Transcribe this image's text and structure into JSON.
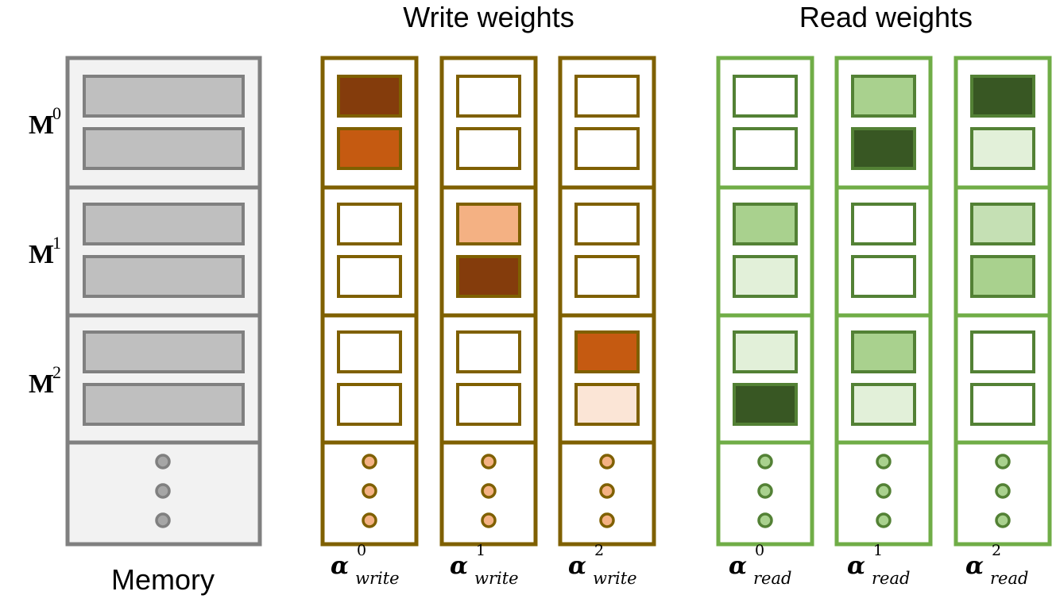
{
  "headings": {
    "write": "Write weights",
    "read": "Read weights",
    "memory": "Memory"
  },
  "memory_rows": [
    {
      "symbol": "M",
      "index": "0"
    },
    {
      "symbol": "M",
      "index": "1"
    },
    {
      "symbol": "M",
      "index": "2"
    }
  ],
  "colors": {
    "memory_border": "#808080",
    "memory_fill": "#f2f2f2",
    "memory_slot": "#bfbfbf",
    "write_border": "#7f6000",
    "write_dot": "#f4b183",
    "read_border": "#70ad47",
    "read_slot_border": "#538135",
    "read_dot": "#a9d18e",
    "memory_dot": "#a6a6a6"
  },
  "write_columns": [
    {
      "symbol": "α",
      "index": "0",
      "subscript": "write",
      "slots": [
        "#843c0c",
        "#c55a11",
        "#ffffff",
        "#ffffff",
        "#ffffff",
        "#ffffff"
      ]
    },
    {
      "symbol": "α",
      "index": "1",
      "subscript": "write",
      "slots": [
        "#ffffff",
        "#ffffff",
        "#f4b183",
        "#843c0c",
        "#ffffff",
        "#ffffff"
      ]
    },
    {
      "symbol": "α",
      "index": "2",
      "subscript": "write",
      "slots": [
        "#ffffff",
        "#ffffff",
        "#ffffff",
        "#ffffff",
        "#c55a11",
        "#fbe5d6"
      ]
    }
  ],
  "read_columns": [
    {
      "symbol": "α",
      "index": "0",
      "subscript": "read",
      "slots": [
        "#ffffff",
        "#ffffff",
        "#a9d18e",
        "#e2f0d9",
        "#e2f0d9",
        "#385723"
      ]
    },
    {
      "symbol": "α",
      "index": "1",
      "subscript": "read",
      "slots": [
        "#a9d18e",
        "#385723",
        "#ffffff",
        "#ffffff",
        "#a9d18e",
        "#e2f0d9"
      ]
    },
    {
      "symbol": "α",
      "index": "2",
      "subscript": "read",
      "slots": [
        "#385723",
        "#e2f0d9",
        "#c5e0b4",
        "#a9d18e",
        "#ffffff",
        "#ffffff"
      ]
    }
  ]
}
